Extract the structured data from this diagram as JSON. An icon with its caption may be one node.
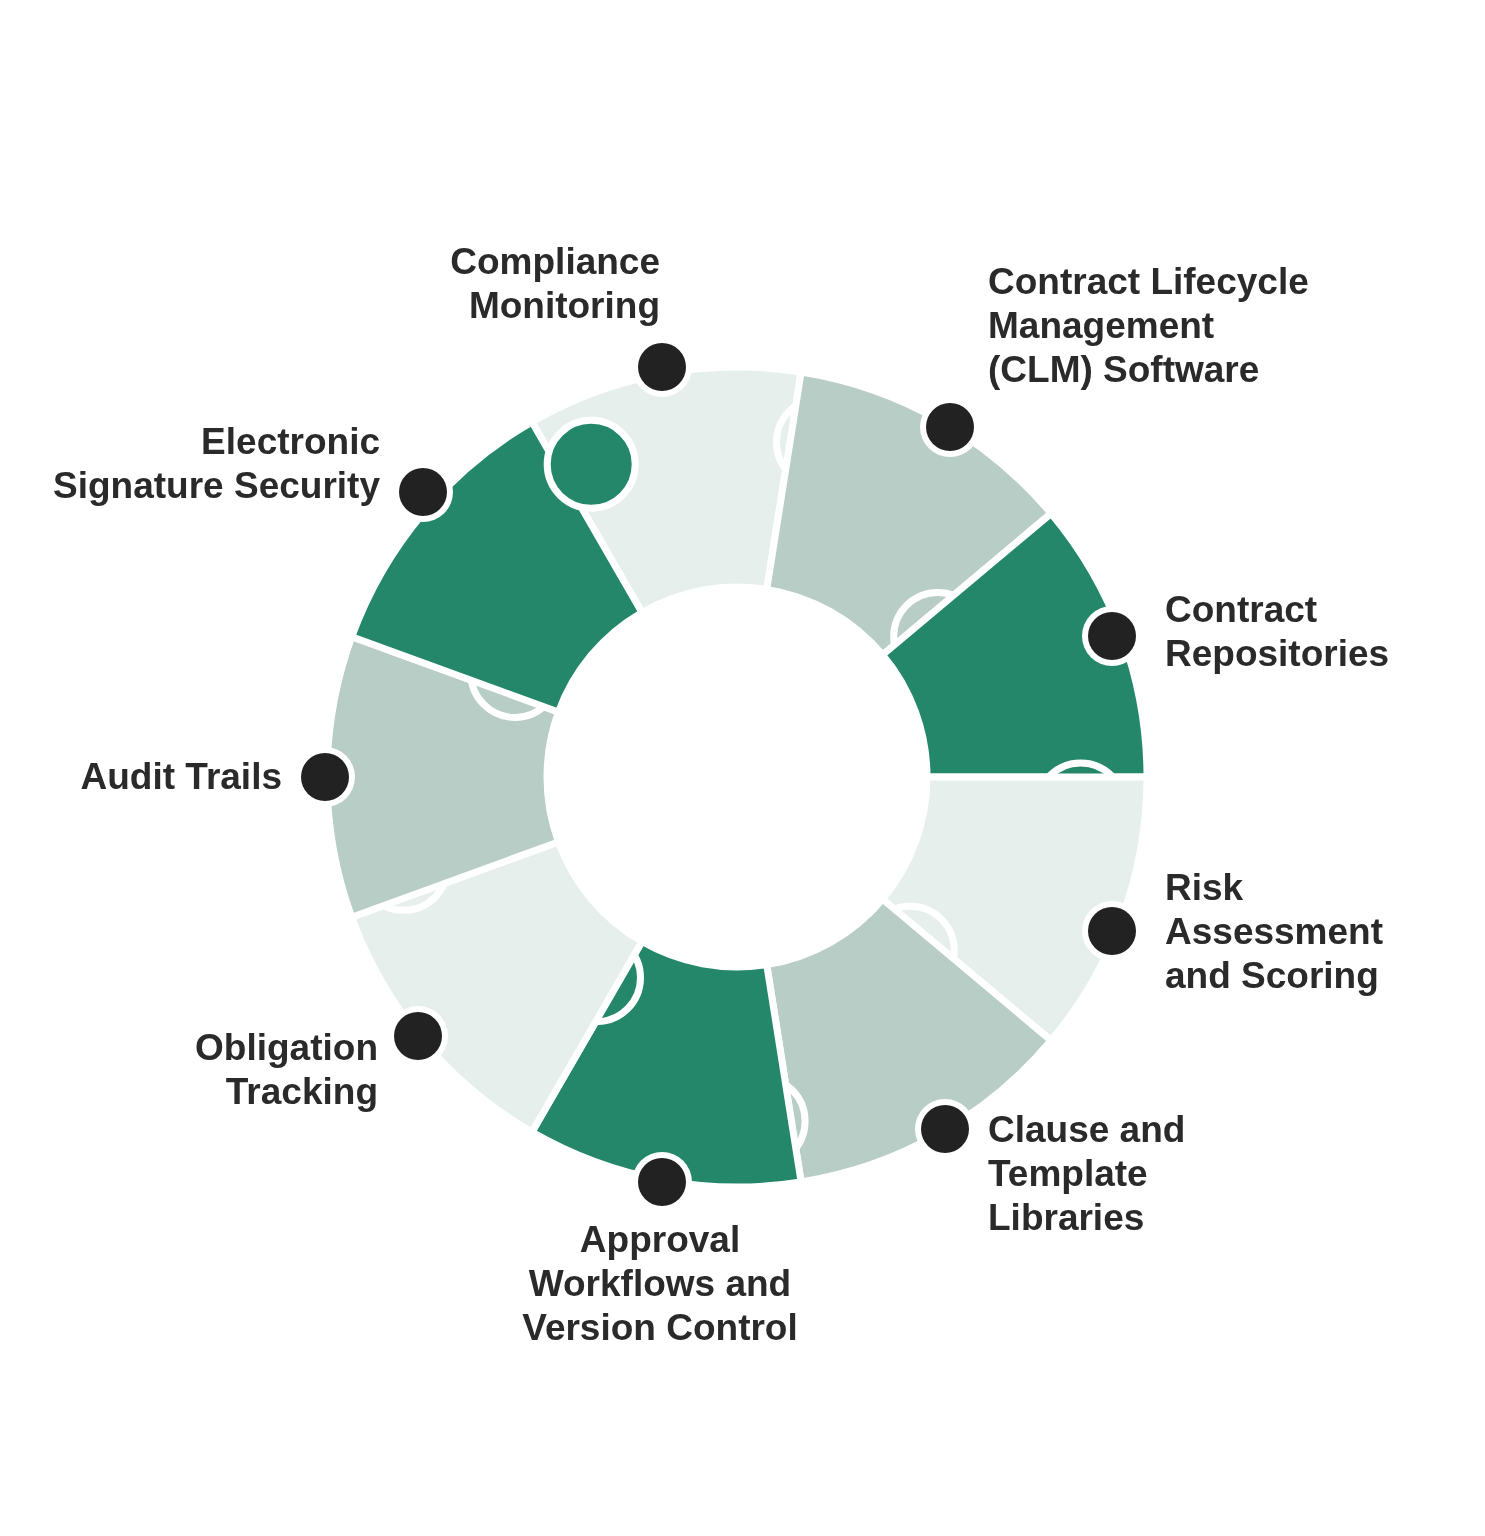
{
  "diagram": {
    "nodes": [
      {
        "text": [
          "Compliance Monitoring"
        ]
      },
      {
        "text": [
          "Contract Lifecycle Management (CLM) Software"
        ]
      },
      {
        "text": [
          "Contract Repositories"
        ]
      },
      {
        "text": [
          "Risk Assessment and Scoring"
        ]
      },
      {
        "text": [
          "Clause and Template Libraries"
        ]
      },
      {
        "text": [
          "Approval Workflows and Version Control"
        ]
      },
      {
        "text": [
          "Obligation Tracking"
        ]
      },
      {
        "text": [
          "Audit Trails"
        ]
      },
      {
        "text": [
          "Electronic Signature Security"
        ]
      }
    ]
  }
}
